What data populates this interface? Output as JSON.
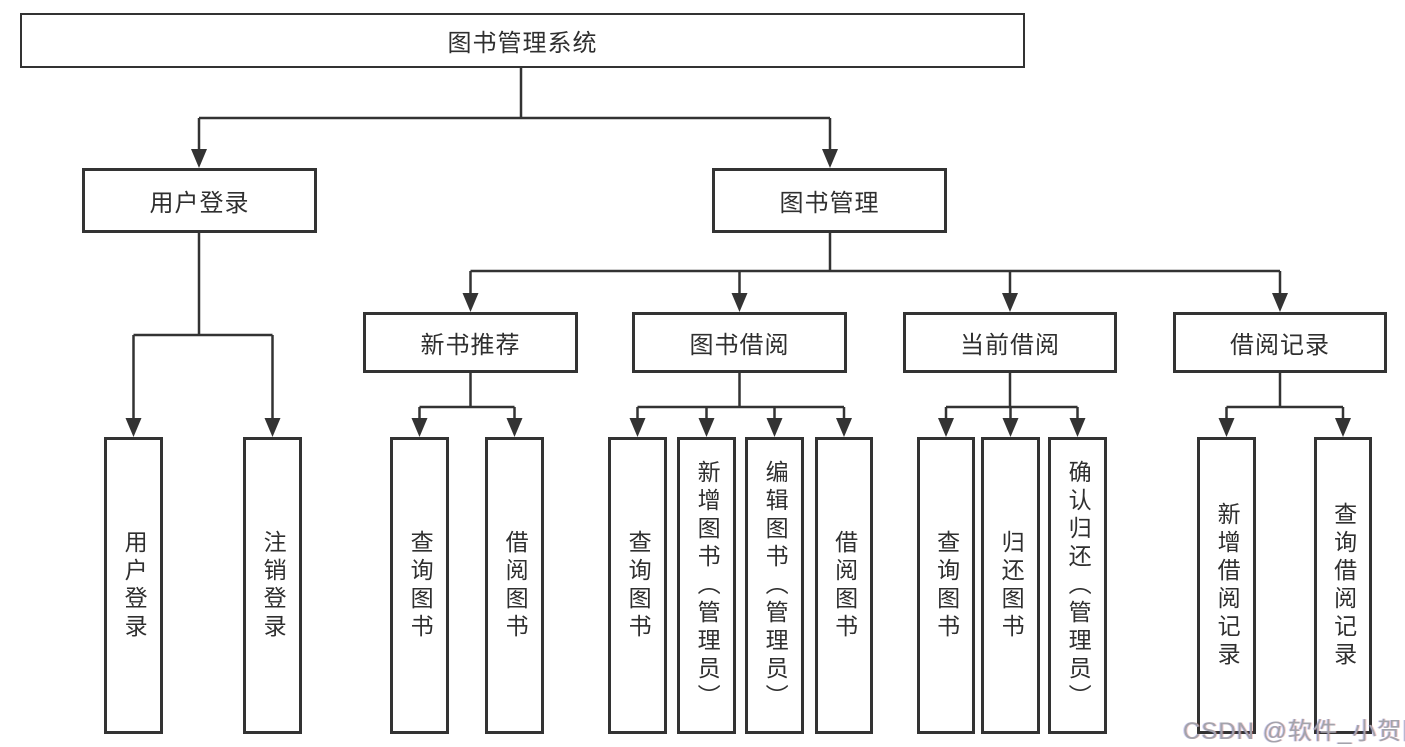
{
  "diagram": {
    "root": {
      "label": "图书管理系统"
    },
    "branches": [
      {
        "label": "用户登录",
        "children": [
          {
            "label": "用户登录"
          },
          {
            "label": "注销登录"
          }
        ]
      },
      {
        "label": "图书管理",
        "sections": [
          {
            "label": "新书推荐",
            "children": [
              {
                "label": "查询图书"
              },
              {
                "label": "借阅图书"
              }
            ]
          },
          {
            "label": "图书借阅",
            "children": [
              {
                "label": "查询图书"
              },
              {
                "label": "新增图书（管理员）"
              },
              {
                "label": "编辑图书（管理员）"
              },
              {
                "label": "借阅图书"
              }
            ]
          },
          {
            "label": "当前借阅",
            "children": [
              {
                "label": "查询图书"
              },
              {
                "label": "归还图书"
              },
              {
                "label": "确认归还（管理员）"
              }
            ]
          },
          {
            "label": "借阅记录",
            "children": [
              {
                "label": "新增借阅记录"
              },
              {
                "label": "查询借阅记录"
              }
            ]
          }
        ]
      }
    ]
  },
  "watermark": {
    "text": "CSDN @软件_小贺同学"
  },
  "colors": {
    "line": "#333333",
    "text": "#2f2f2f",
    "watermark": "#a3a3ab",
    "background": "#ffffff"
  }
}
